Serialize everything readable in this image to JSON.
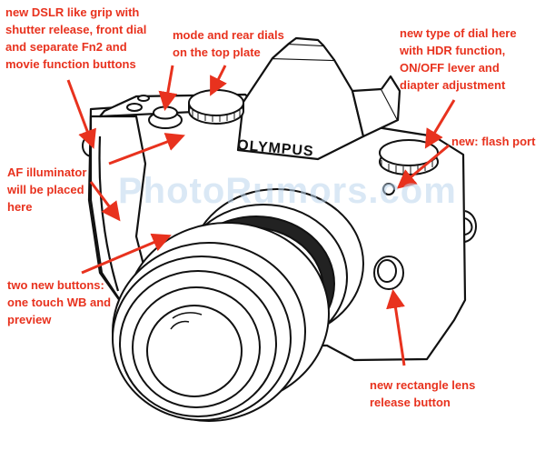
{
  "brand": "OLYMPUS",
  "watermark": "PhotoRumors.com",
  "colors": {
    "annotation": "#e8321e",
    "line_art": "#111111",
    "watermark": "#bcd6ee"
  },
  "annotations": {
    "grip": "new DSLR like grip with\nshutter release, front dial\nand separate Fn2 and\nmovie function buttons",
    "dials": "mode and rear dials\non the top plate",
    "hdr_dial": "new type of dial here\nwith HDR function,\nON/OFF lever and\ndiapter adjustment",
    "flash_port": "new: flash port",
    "af_illuminator": "AF illuminator\nwill be placed\nhere",
    "new_buttons": "two new buttons:\none touch WB and\npreview",
    "lens_release": "new rectangle lens\nrelease button"
  }
}
